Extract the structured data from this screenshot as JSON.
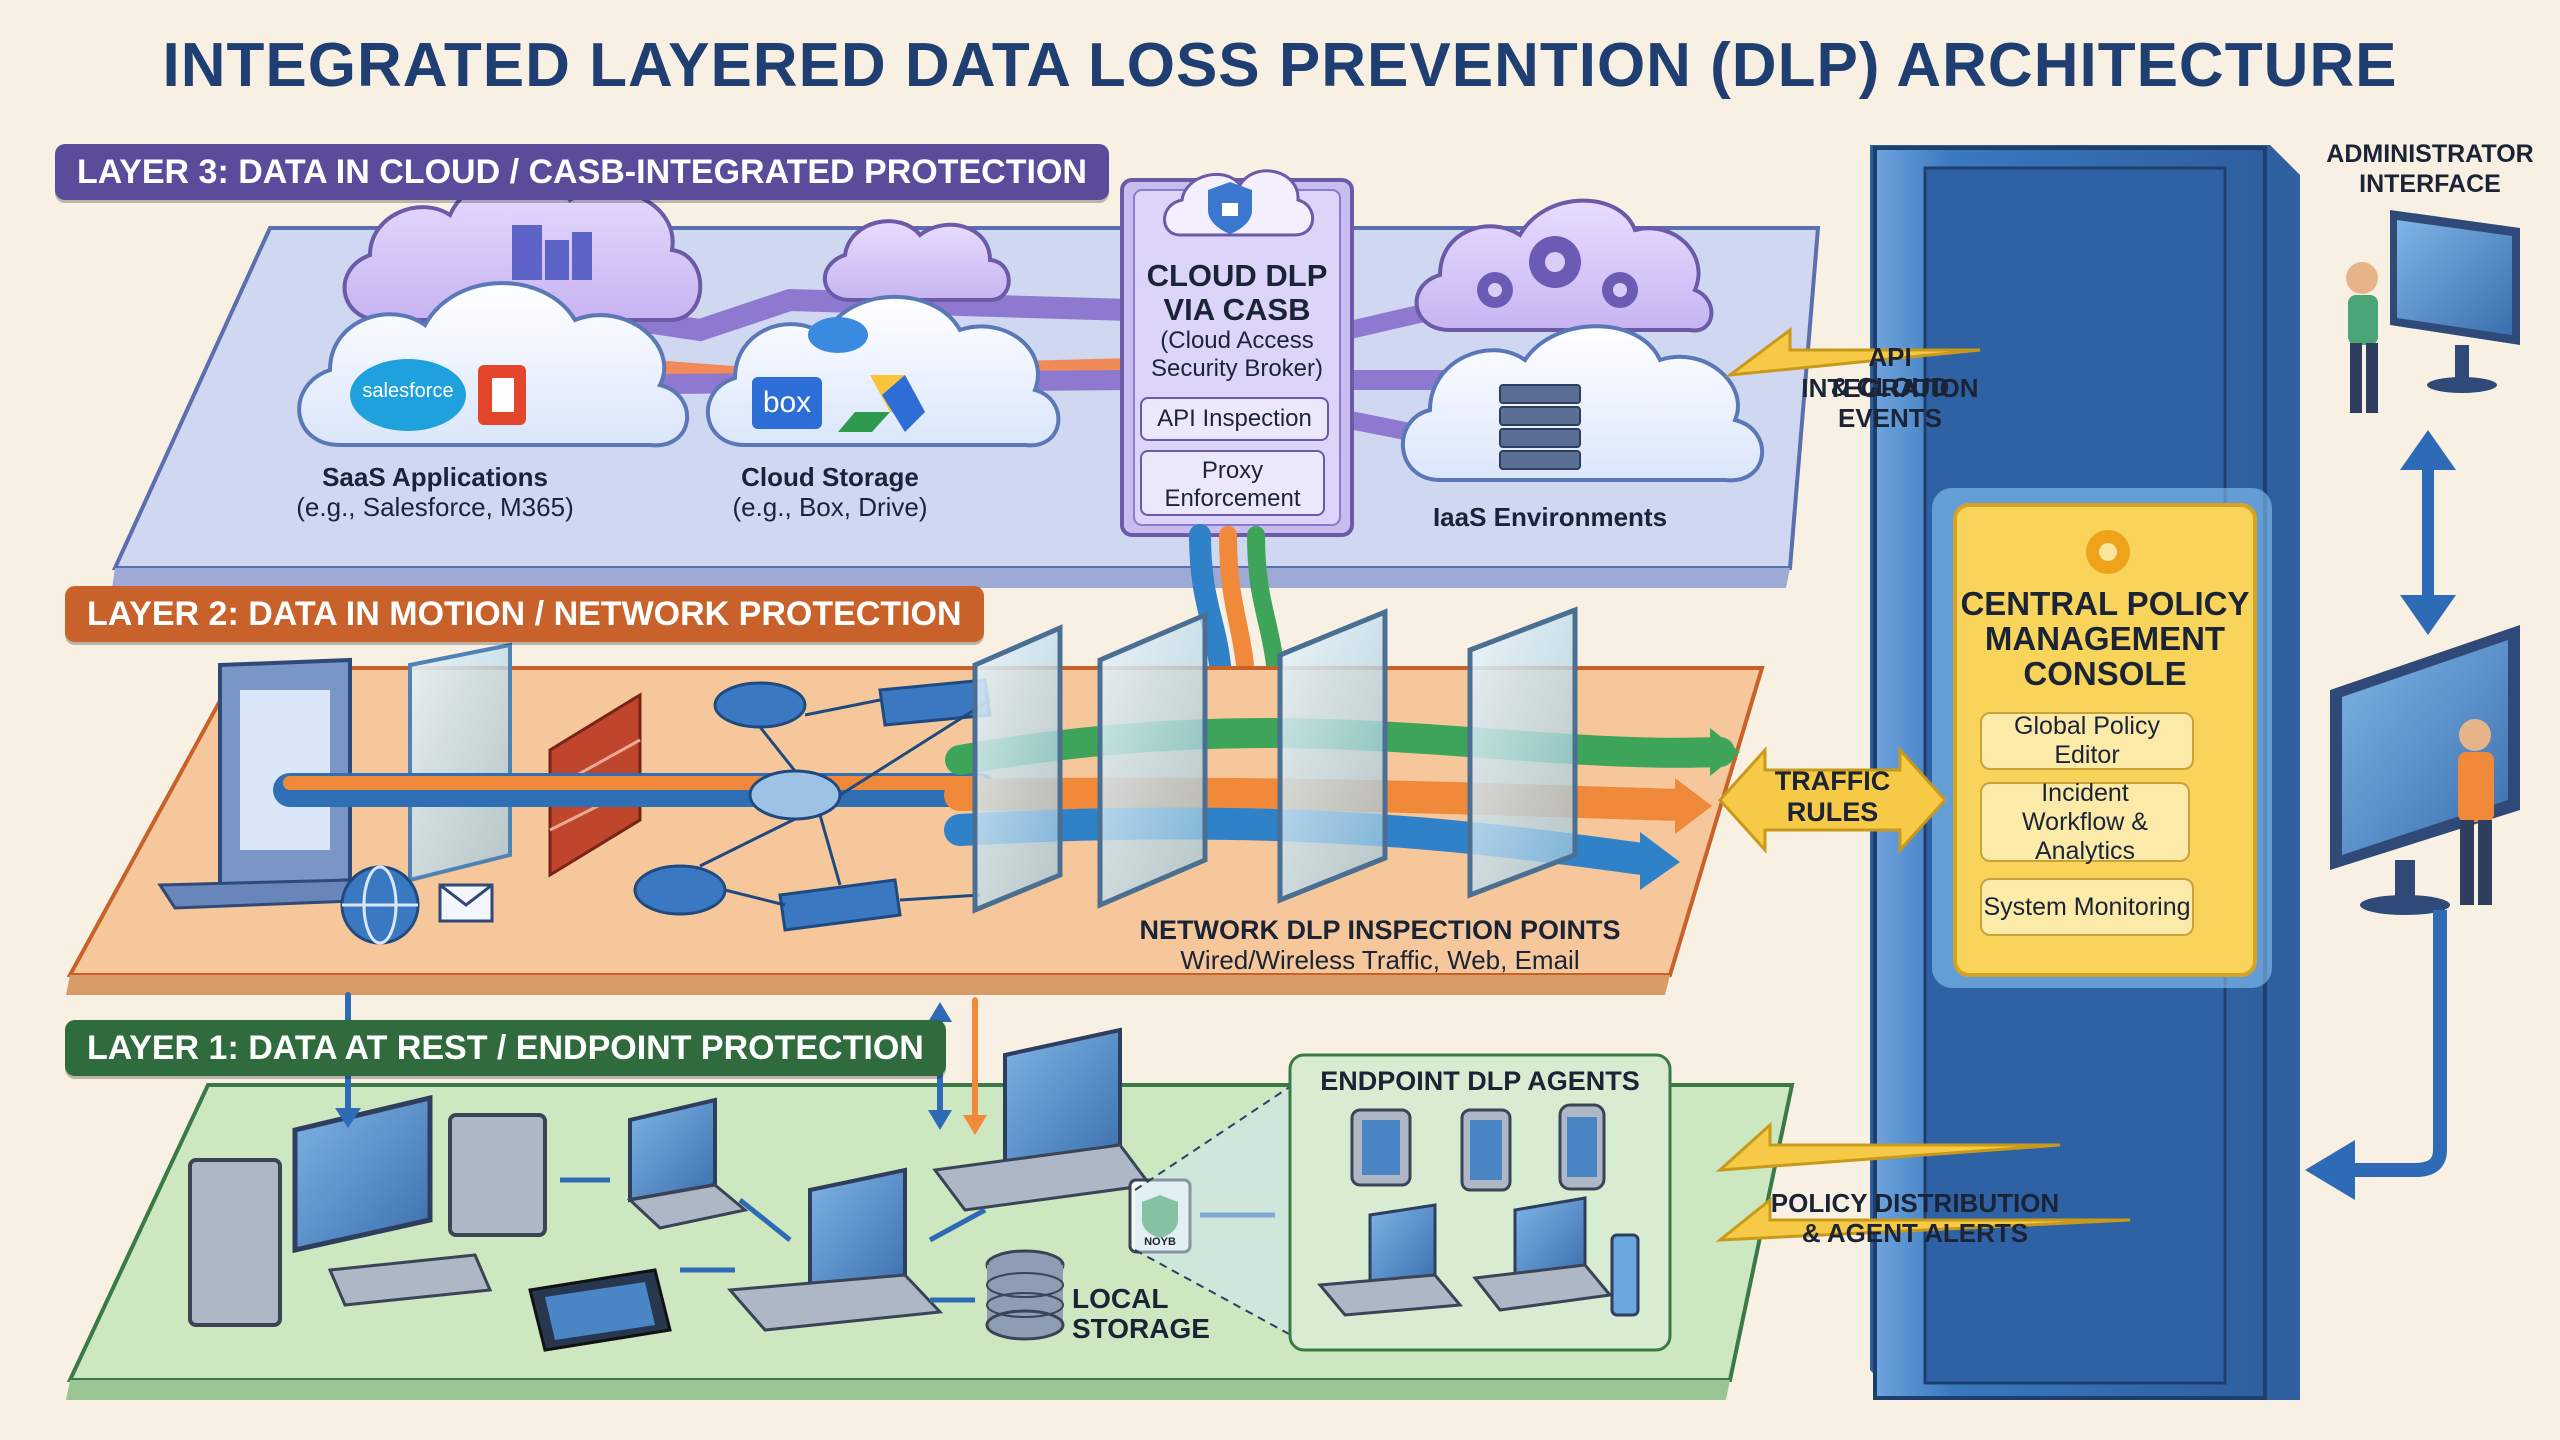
{
  "title": "INTEGRATED LAYERED DATA LOSS PREVENTION (DLP) ARCHITECTURE",
  "layers": {
    "layer3": {
      "label": "LAYER 3: DATA IN CLOUD / CASB-INTEGRATED PROTECTION",
      "color": "#5a4c9a",
      "saas": {
        "title": "SaaS Applications",
        "subtitle": "(e.g., Salesforce, M365)",
        "logo": "salesforce"
      },
      "storage": {
        "title": "Cloud Storage",
        "subtitle": "(e.g., Box, Drive)",
        "logo": "box"
      },
      "casb": {
        "title_line1": "CLOUD DLP",
        "title_line2": "VIA CASB",
        "sub_line1": "(Cloud Access",
        "sub_line2": "Security Broker)",
        "api": "API Inspection",
        "proxy_line1": "Proxy",
        "proxy_line2": "Enforcement"
      },
      "iaas": {
        "title": "IaaS Environments"
      }
    },
    "layer2": {
      "label": "LAYER 2: DATA IN MOTION / NETWORK PROTECTION",
      "color": "#c8622a",
      "inspection_title": "NETWORK DLP INSPECTION POINTS",
      "inspection_subtitle": "Wired/Wireless Traffic, Web, Email"
    },
    "layer1": {
      "label": "LAYER 1: DATA AT REST / ENDPOINT PROTECTION",
      "color": "#2f6b3c",
      "agents_title": "ENDPOINT DLP AGENTS",
      "local_storage_line1": "LOCAL",
      "local_storage_line2": "STORAGE",
      "agent_chip": "NOYB"
    }
  },
  "cpm": {
    "title_line1": "CENTRAL POLICY",
    "title_line2": "MANAGEMENT",
    "title_line3": "CONSOLE",
    "items": [
      "Global Policy Editor",
      "Incident Workflow & Analytics",
      "System Monitoring"
    ]
  },
  "arrows": {
    "api_line1": "API INTEGRATION",
    "api_line2": "& CLOUD EVENTS",
    "traffic_line1": "TRAFFIC",
    "traffic_line2": "RULES",
    "policy_line1": "POLICY DISTRIBUTION",
    "policy_line2": "& AGENT ALERTS"
  },
  "admin": {
    "line1": "ADMINISTRATOR",
    "line2": "INTERFACE"
  },
  "colors": {
    "cloud_layer": "#dfe3f6",
    "network_layer": "#f7c99c",
    "endpoint_layer": "#cfe6c1",
    "console": "#3e7cc1",
    "accent_yellow": "#f6c947"
  }
}
